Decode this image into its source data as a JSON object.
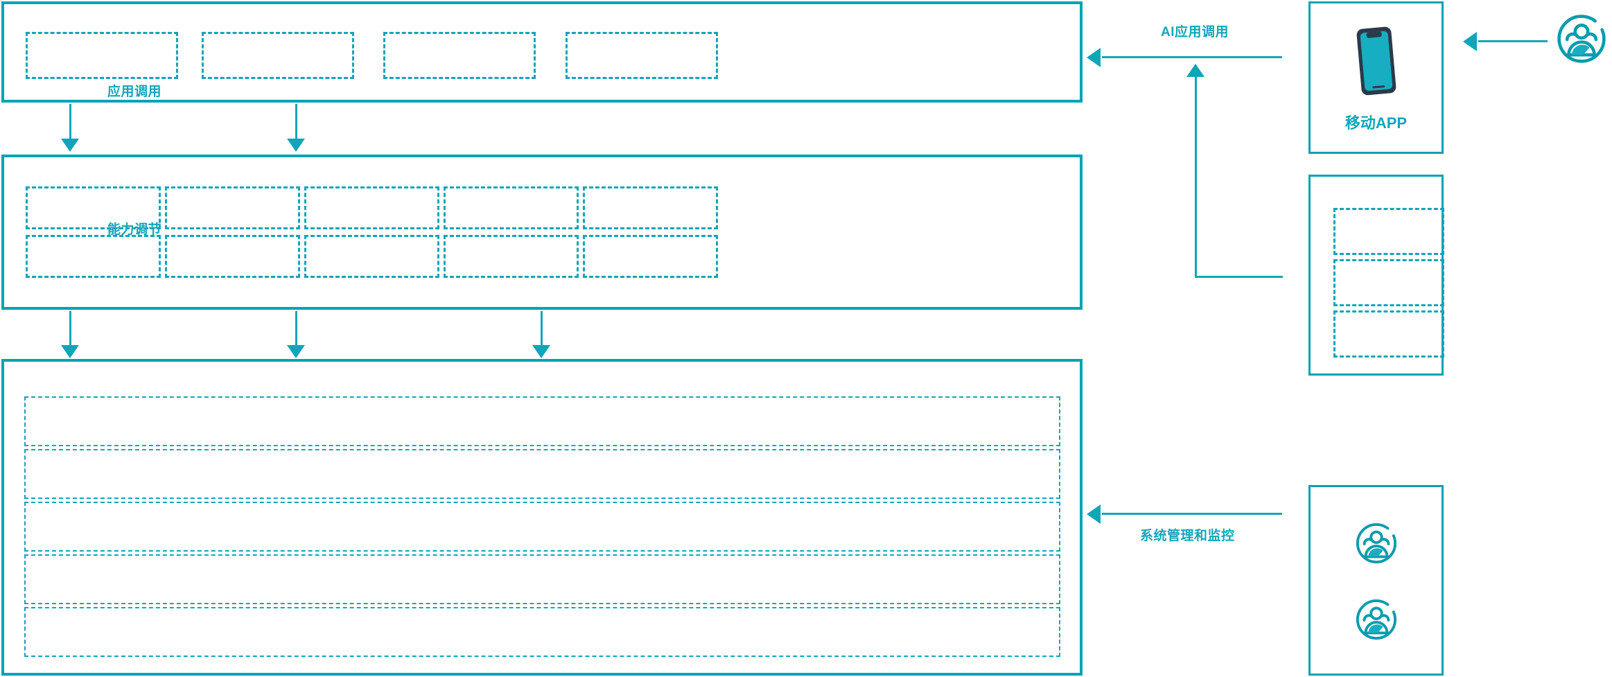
{
  "theme": {
    "accent": "#00a3b4",
    "accent_line": "#0fa6b8",
    "dash": "#12a5b8",
    "label_text": "#13a6ba",
    "phone_body": "#2b3a४a",
    "phone_screen": "#17aec1",
    "background": "#ffffff"
  },
  "architecture": {
    "layers": [
      {
        "id": "application-layer",
        "slot_count": 4,
        "slots": [
          {
            "label": ""
          },
          {
            "label": ""
          },
          {
            "label": ""
          },
          {
            "label": ""
          }
        ]
      },
      {
        "id": "capability-layer",
        "slot_count": 10,
        "columns": 5,
        "rows": 2,
        "slots": [
          {
            "label": ""
          },
          {
            "label": ""
          },
          {
            "label": ""
          },
          {
            "label": ""
          },
          {
            "label": ""
          },
          {
            "label": ""
          },
          {
            "label": ""
          },
          {
            "label": ""
          },
          {
            "label": ""
          },
          {
            "label": ""
          }
        ]
      },
      {
        "id": "platform-layer",
        "slot_count": 5,
        "slots": [
          {
            "label": ""
          },
          {
            "label": ""
          },
          {
            "label": ""
          },
          {
            "label": ""
          },
          {
            "label": ""
          }
        ]
      }
    ],
    "flows": [
      {
        "id": "flow-app-call",
        "label": "应用调用",
        "direction": "down"
      },
      {
        "id": "flow-capability-tune",
        "label": "能力调节",
        "direction": "down"
      },
      {
        "id": "flow-ai-app-call",
        "label": "AI应用调用",
        "direction": "left"
      },
      {
        "id": "flow-sys-admin",
        "label": "系统管理和监控",
        "direction": "left"
      }
    ]
  },
  "right_column": {
    "mobile_card": {
      "caption": "移动APP",
      "icon": "smartphone-icon"
    },
    "module_card": {
      "caption": "",
      "slot_count": 3,
      "slots": [
        {
          "label": ""
        },
        {
          "label": ""
        },
        {
          "label": ""
        }
      ]
    },
    "users_card": {
      "caption": "",
      "icons": [
        "user-group-icon",
        "user-group-icon"
      ]
    },
    "external_actor": {
      "icon": "user-group-icon",
      "label": ""
    }
  }
}
